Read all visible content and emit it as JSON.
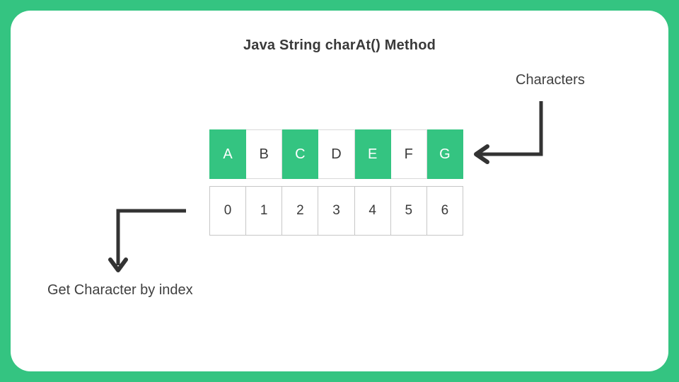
{
  "title": "Java String charAt() Method",
  "diagram": {
    "characters_label": "Characters",
    "index_label": "Get Character by index",
    "cells": [
      {
        "char": "A",
        "index": "0",
        "highlight": true
      },
      {
        "char": "B",
        "index": "1",
        "highlight": false
      },
      {
        "char": "C",
        "index": "2",
        "highlight": true
      },
      {
        "char": "D",
        "index": "3",
        "highlight": false
      },
      {
        "char": "E",
        "index": "4",
        "highlight": true
      },
      {
        "char": "F",
        "index": "5",
        "highlight": false
      },
      {
        "char": "G",
        "index": "6",
        "highlight": true
      }
    ]
  },
  "colors": {
    "accent_green": "#34c481",
    "arrow": "#333333",
    "text": "#3d3d3d",
    "cell_border": "#c7c7c7"
  }
}
